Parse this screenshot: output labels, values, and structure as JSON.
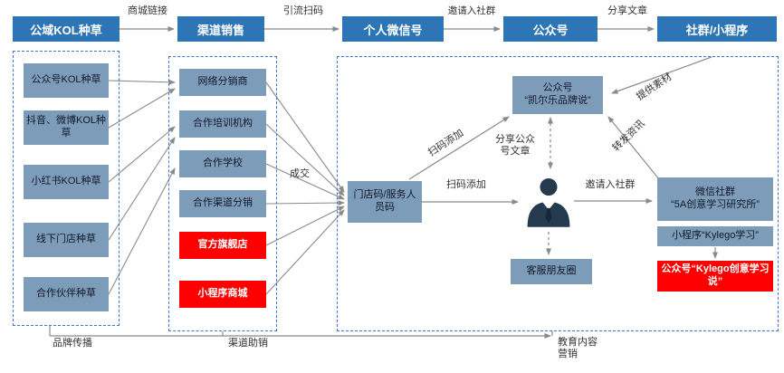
{
  "colors": {
    "header_bg": "#2E75B6",
    "box_bg": "#7D9CBA",
    "red_bg": "#FE0000",
    "dashed_border": "#4472C4",
    "arrow": "#8A8A8A",
    "person": "#243B4F"
  },
  "header": {
    "items": [
      {
        "label": "公域KOL种草"
      },
      {
        "label": "渠道销售"
      },
      {
        "label": "个人微信号"
      },
      {
        "label": "公众号"
      },
      {
        "label": "社群/小程序"
      }
    ],
    "connectors": [
      {
        "label": "商城链接"
      },
      {
        "label": "引流扫码"
      },
      {
        "label": "邀请入社群"
      },
      {
        "label": "分享文章"
      }
    ]
  },
  "seed_column": {
    "items": [
      {
        "label": "公众号KOL种草"
      },
      {
        "label": "抖音、微博KOL种草"
      },
      {
        "label": "小红书KOL种草"
      },
      {
        "label": "线下门店种草"
      },
      {
        "label": "合作伙伴种草"
      }
    ]
  },
  "channel_column": {
    "items": [
      {
        "label": "网络分销商",
        "variant": "blue"
      },
      {
        "label": "合作培训机构",
        "variant": "blue"
      },
      {
        "label": "合作学校",
        "variant": "blue"
      },
      {
        "label": "合作渠道分销",
        "variant": "blue"
      },
      {
        "label": "官方旗舰店",
        "variant": "red"
      },
      {
        "label": "小程序商城",
        "variant": "red"
      }
    ]
  },
  "wechat_zone": {
    "store_code": "门店码/服务人员码",
    "brand_account": "公众号\n“凯尔乐品牌说”",
    "moments": "客服朋友圈",
    "community": "微信社群\n“5A创意学习研究所”",
    "mini_program": "小程序“Kylego学习”",
    "creative_account": "公众号“Kylego创意学习说”"
  },
  "flow_labels": {
    "deal": "成交",
    "scan_add_up": "扫码添加",
    "scan_add": "扫码添加",
    "share_article": "分享公众号文章",
    "invite_group": "邀请入社群",
    "forward_info": "转发资讯",
    "provide_material": "提供素材"
  },
  "footer": {
    "brand_spread": "品牌传播",
    "channel_assist": "渠道助销",
    "education_marketing": "教育内容营销"
  }
}
